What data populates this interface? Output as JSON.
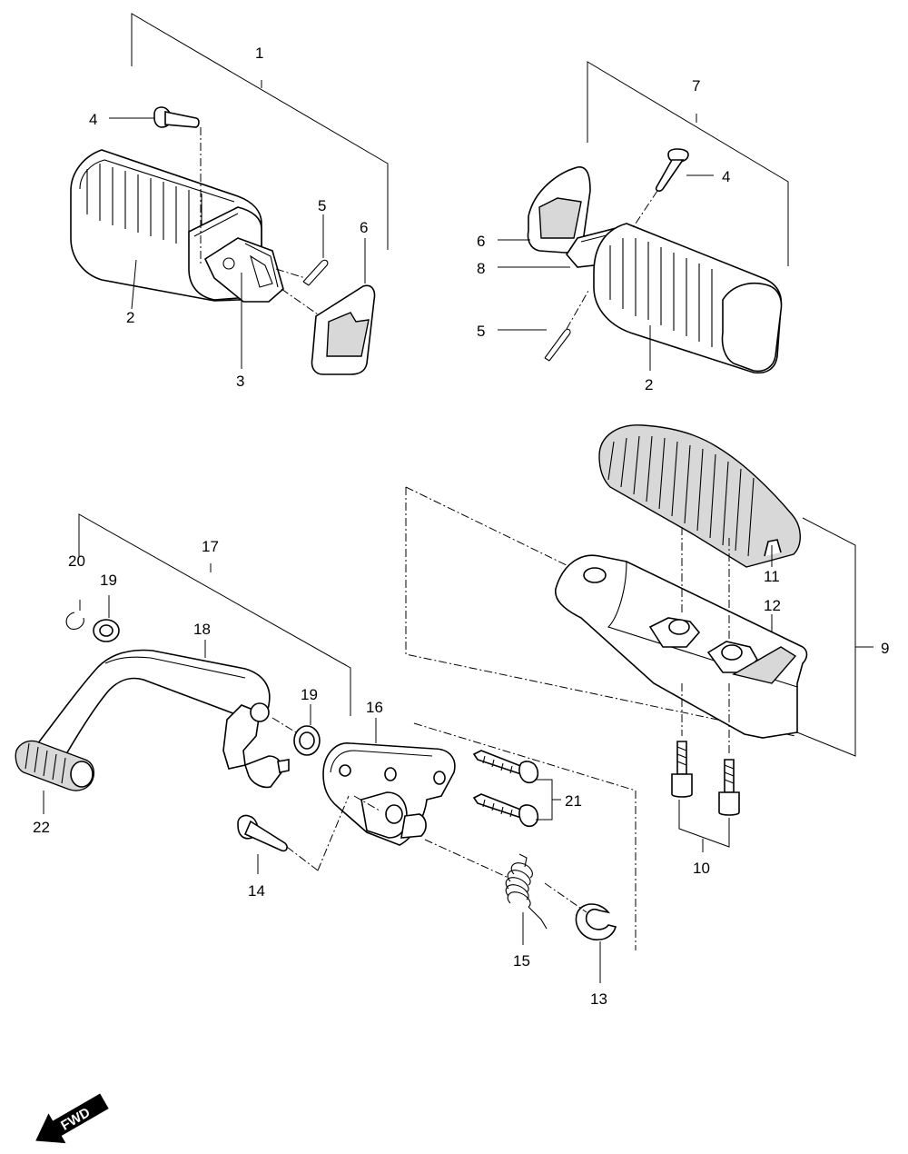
{
  "callouts": [
    {
      "id": "c1",
      "text": "1"
    },
    {
      "id": "c2a",
      "text": "2"
    },
    {
      "id": "c2b",
      "text": "2"
    },
    {
      "id": "c3",
      "text": "3"
    },
    {
      "id": "c4a",
      "text": "4"
    },
    {
      "id": "c4b",
      "text": "4"
    },
    {
      "id": "c5a",
      "text": "5"
    },
    {
      "id": "c5b",
      "text": "5"
    },
    {
      "id": "c6a",
      "text": "6"
    },
    {
      "id": "c6b",
      "text": "6"
    },
    {
      "id": "c7",
      "text": "7"
    },
    {
      "id": "c8",
      "text": "8"
    },
    {
      "id": "c9",
      "text": "9"
    },
    {
      "id": "c10",
      "text": "10"
    },
    {
      "id": "c11",
      "text": "11"
    },
    {
      "id": "c12",
      "text": "12"
    },
    {
      "id": "c13",
      "text": "13"
    },
    {
      "id": "c14",
      "text": "14"
    },
    {
      "id": "c15",
      "text": "15"
    },
    {
      "id": "c16",
      "text": "16"
    },
    {
      "id": "c17",
      "text": "17"
    },
    {
      "id": "c18",
      "text": "18"
    },
    {
      "id": "c19a",
      "text": "19"
    },
    {
      "id": "c19b",
      "text": "19"
    },
    {
      "id": "c20",
      "text": "20"
    },
    {
      "id": "c21",
      "text": "21"
    },
    {
      "id": "c22",
      "text": "22"
    }
  ],
  "direction_indicator": {
    "text": "FWD",
    "icon": "fwd-arrow-icon"
  }
}
